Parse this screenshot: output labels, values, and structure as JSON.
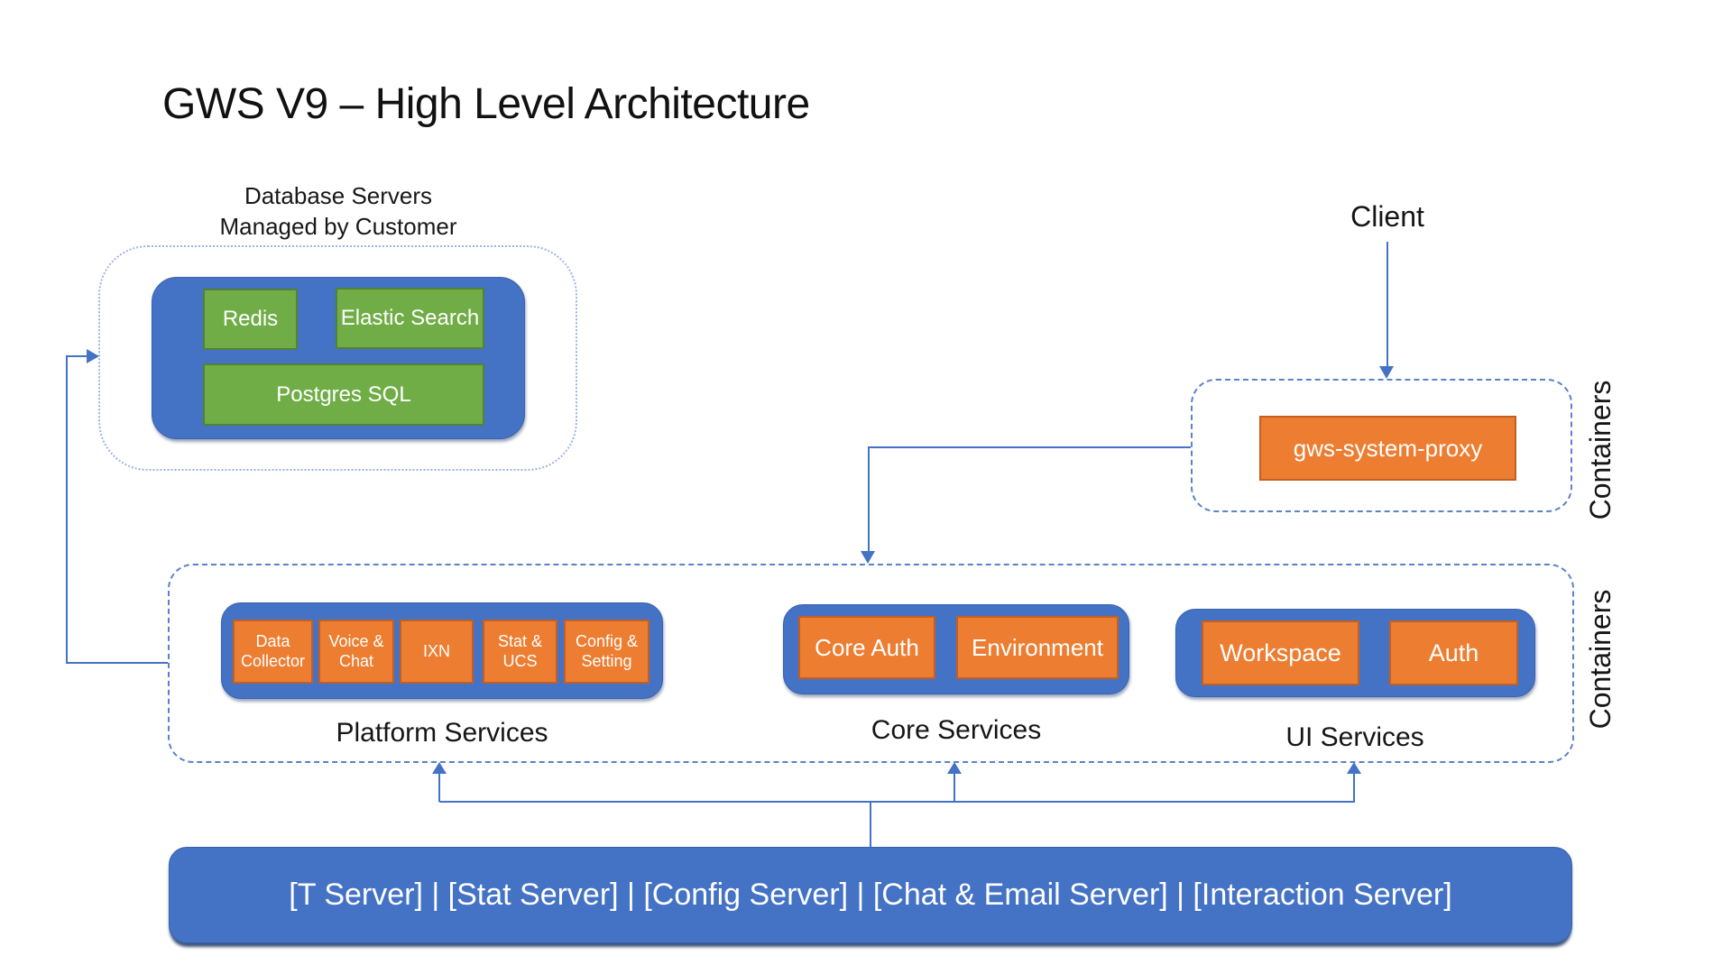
{
  "title": "GWS V9 – High Level Architecture",
  "database": {
    "caption_line1": "Database Servers",
    "caption_line2": "Managed by Customer",
    "redis": "Redis",
    "elastic": "Elastic Search",
    "postgres": "Postgres SQL"
  },
  "client": {
    "label": "Client"
  },
  "proxy": {
    "box_label": "gws-system-proxy",
    "containers_label": "Containers"
  },
  "services": {
    "containers_label": "Containers",
    "platform": {
      "label": "Platform Services",
      "items": [
        "Data Collector",
        "Voice & Chat",
        "IXN",
        "Stat & UCS",
        "Config & Setting"
      ]
    },
    "core": {
      "label": "Core Services",
      "items": [
        "Core Auth",
        "Environment"
      ]
    },
    "ui": {
      "label": "UI Services",
      "items": [
        "Workspace",
        "Auth"
      ]
    }
  },
  "bottom_bar": {
    "text": "[T Server] | [Stat Server] | [Config Server] | [Chat & Email Server] | [Interaction Server]"
  },
  "colors": {
    "blue": "#4472C4",
    "green": "#70AD47",
    "orange": "#ED7D31",
    "line_blue": "#4472C4",
    "dashed_border": "#5b82c8",
    "dotted_border": "#9db4e0",
    "text_dark": "#161616",
    "text_white": "#ffffff"
  }
}
